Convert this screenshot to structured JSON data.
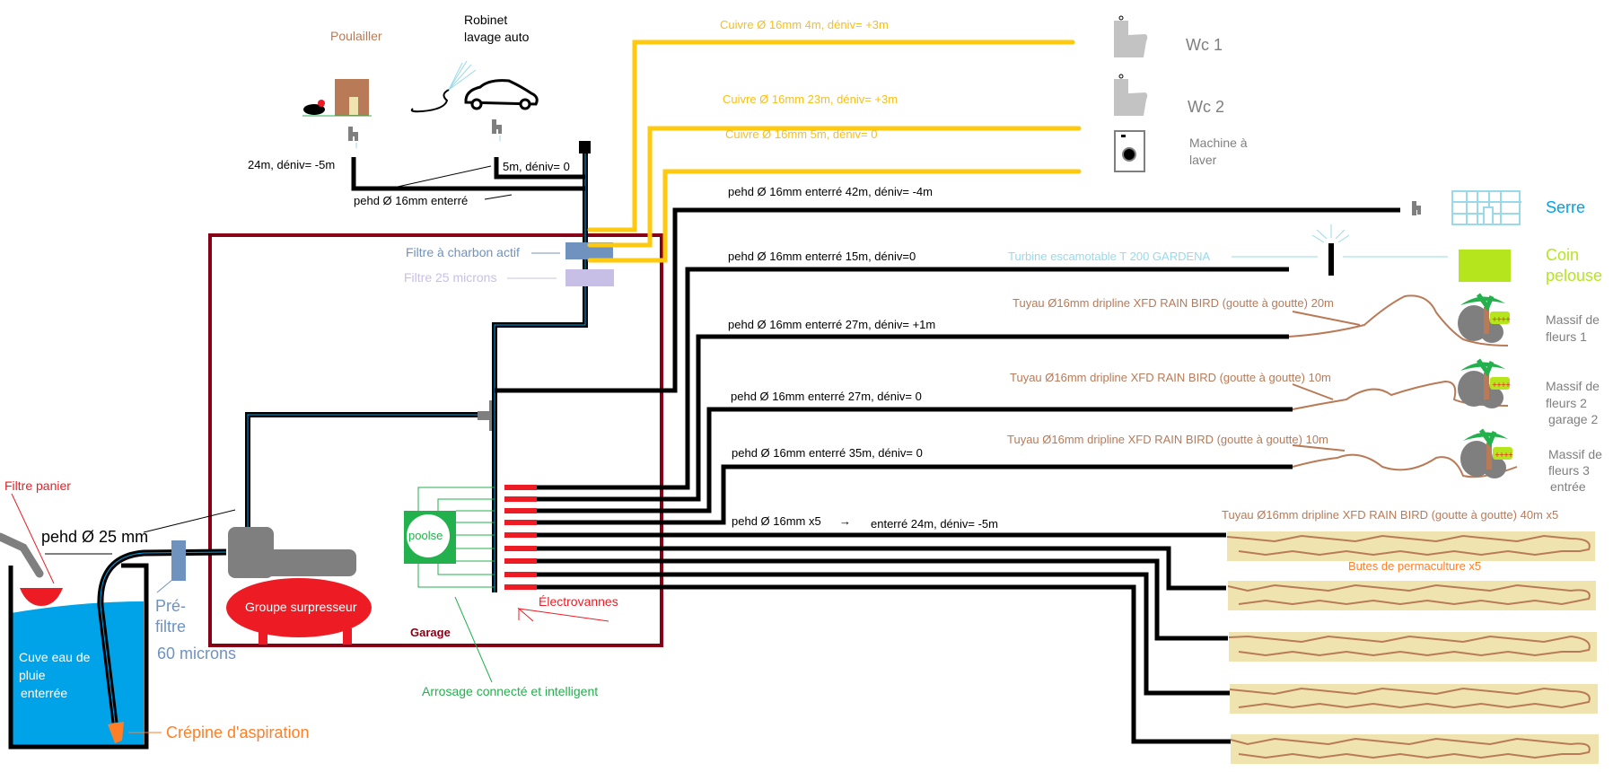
{
  "title": "Schéma réseau eau de pluie",
  "source": {
    "tank_label": [
      "Cuve eau de",
      "pluie",
      "enterrée"
    ],
    "basket_filter": "Filtre panier",
    "suction_pipe": "pehd Ø 25 mm",
    "strainer": "Crépine d'aspiration",
    "prefilter": [
      "Pré-",
      "filtre"
    ],
    "prefilter_rating": "60 microns"
  },
  "garage": {
    "label": "Garage",
    "pump": "Groupe surpresseur",
    "carbon_filter": "Filtre à charbon actif",
    "filter_25": "Filtre 25 microns",
    "controller": "poolse",
    "controller_caption": "Arrosage connecté et intelligent",
    "valves_label": "Électrovannes",
    "valve_count": 9
  },
  "outdoor_taps": {
    "coop": "Poulailler",
    "car_wash": [
      "Robinet",
      "lavage auto"
    ],
    "coop_pipe": "24m, déniv= -5m",
    "car_pipe": "5m, déniv= 0",
    "buried_pipe": "pehd Ø 16mm enterré"
  },
  "copper_lines": [
    {
      "label": "Cuivre Ø 16mm   4m, déniv= +3m",
      "target": "Wc 1"
    },
    {
      "label": "Cuivre Ø 16mm  23m, déniv= +3m",
      "target": "Wc 2"
    },
    {
      "label": "Cuivre Ø 16mm  5m, déniv= 0",
      "target": [
        "Machine à",
        "laver"
      ]
    }
  ],
  "irrigation_lines": [
    {
      "label": "pehd Ø 16mm enterré  42m, déniv= -4m",
      "target": "Serre"
    },
    {
      "label": "pehd Ø 16mm  enterré  15m, déniv=0",
      "device": "Turbine escamotable T 200 GARDENA",
      "target": [
        "Coin",
        "pelouse"
      ]
    },
    {
      "label": "pehd Ø 16mm  enterré  27m, déniv= +1m",
      "drip": "Tuyau Ø16mm dripline XFD RAIN BIRD (goutte à goutte)  20m",
      "target": [
        "Massif de",
        "fleurs 1"
      ]
    },
    {
      "label": "pehd Ø 16mm  enterré  27m, déniv= 0",
      "drip": "Tuyau Ø16mm dripline XFD RAIN BIRD (goutte à goutte)  10m",
      "target": [
        "Massif de",
        "fleurs 2",
        "garage 2"
      ]
    },
    {
      "label": "pehd Ø 16mm  enterré  35m, déniv= 0",
      "drip": "Tuyau Ø16mm dripline XFD RAIN BIRD (goutte à goutte)  10m",
      "target": [
        "Massif de",
        "fleurs 3",
        "entrée"
      ]
    }
  ],
  "beds": {
    "pipe_label_a": "pehd Ø 16mm x5",
    "pipe_label_b": "enterré  24m, déniv= -5m",
    "drip": "Tuyau Ø16mm dripline XFD RAIN BIRD (goutte à goutte) 40m x5",
    "label": "Butes de permaculture x5",
    "count": 5
  },
  "colors": {
    "pehd": "#000000",
    "copper": "#ffc90e",
    "garage": "#880015",
    "valve": "#ed1c24",
    "controller": "#22b14c",
    "water": "#00a2e8",
    "bed": "#efe4b0",
    "drip": "#b97a57"
  }
}
